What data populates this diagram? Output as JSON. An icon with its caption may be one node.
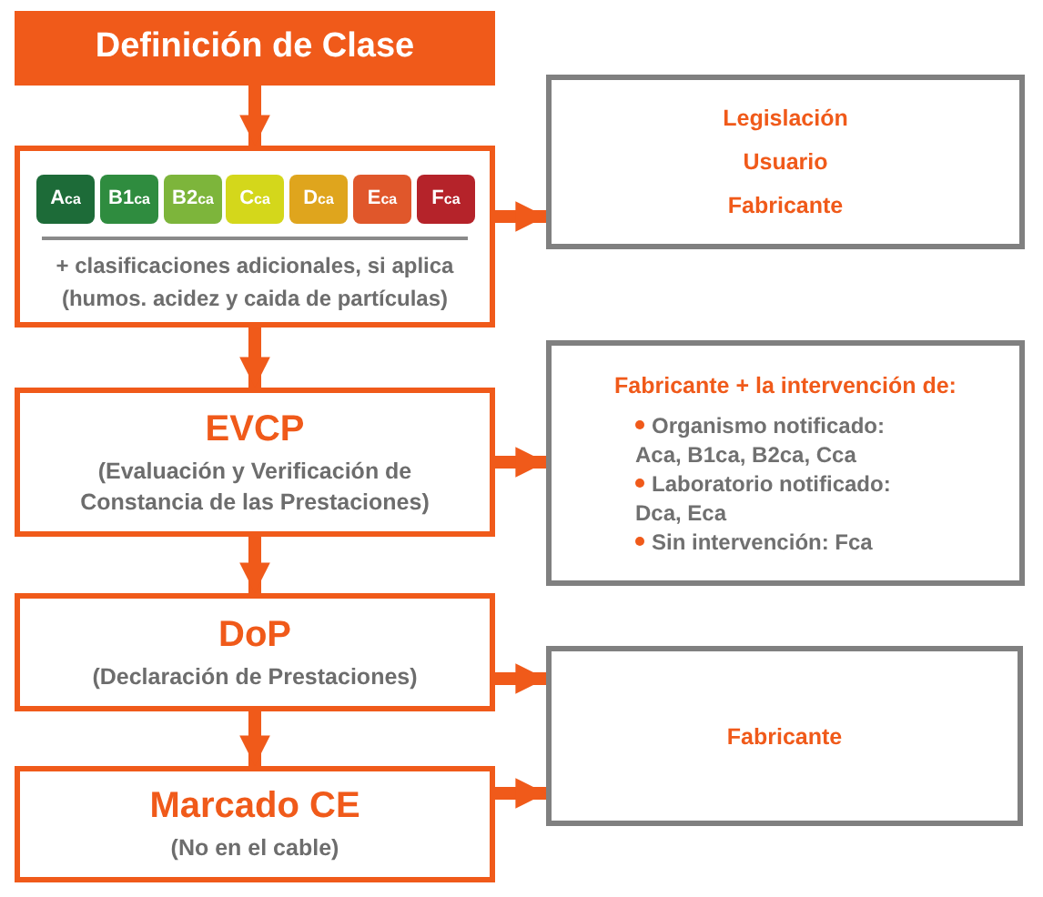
{
  "diagram": {
    "nodes": [
      {
        "text": [
          "Definición de Clase"
        ]
      },
      {
        "text": [
          "+ clasificaciones adicionales, si aplica (humos. acidez y caida de partículas)"
        ]
      },
      {
        "text": [
          "A$_{ca}$"
        ],
        "in": 1
      },
      {
        "text": [
          "B1$_{ca}$"
        ],
        "in": 1
      },
      {
        "text": [
          "B2$_{ca}$"
        ],
        "in": 1
      },
      {
        "text": [
          "C$_{ca}$"
        ],
        "in": 1
      },
      {
        "text": [
          "D$_{ca}$"
        ],
        "in": 1
      },
      {
        "text": [
          "E$_{ca}$"
        ],
        "in": 1
      },
      {
        "text": [
          "F$_{ca}$"
        ],
        "in": 1
      },
      {
        "text": [
          "EVCP",
          "(Evaluación y Verificación de Constancia de las Prestaciones)"
        ]
      },
      {
        "text": [
          "DoP",
          "(Declaración de Prestaciones)"
        ]
      },
      {
        "text": [
          "Marcado CE",
          "(No en el cable)"
        ]
      },
      {
        "text": [
          "Legislación",
          "Usuario",
          "Fabricante"
        ]
      },
      {
        "text": [
          "Fabricante + la intervención de:",
          "Organismo notificado: Aca, B1ca, B2ca, Cca",
          "Laboratorio notificado: Dca, Eca",
          "Sin intervención: Fca"
        ]
      },
      {
        "text": [
          "Fabricante"
        ]
      }
    ],
    "edges": [
      {
        "from": 0,
        "to": 1,
        "arrow": "to"
      },
      {
        "from": 1,
        "to": 9,
        "arrow": "to"
      },
      {
        "from": 9,
        "to": 10,
        "arrow": "to"
      },
      {
        "from": 10,
        "to": 11,
        "arrow": "to"
      },
      {
        "from": 1,
        "to": 12,
        "arrow": "to"
      },
      {
        "from": 9,
        "to": 13,
        "arrow": "to"
      },
      {
        "from": 10,
        "to": 14,
        "arrow": "to"
      },
      {
        "from": 11,
        "to": 14,
        "arrow": "to"
      }
    ]
  }
}
